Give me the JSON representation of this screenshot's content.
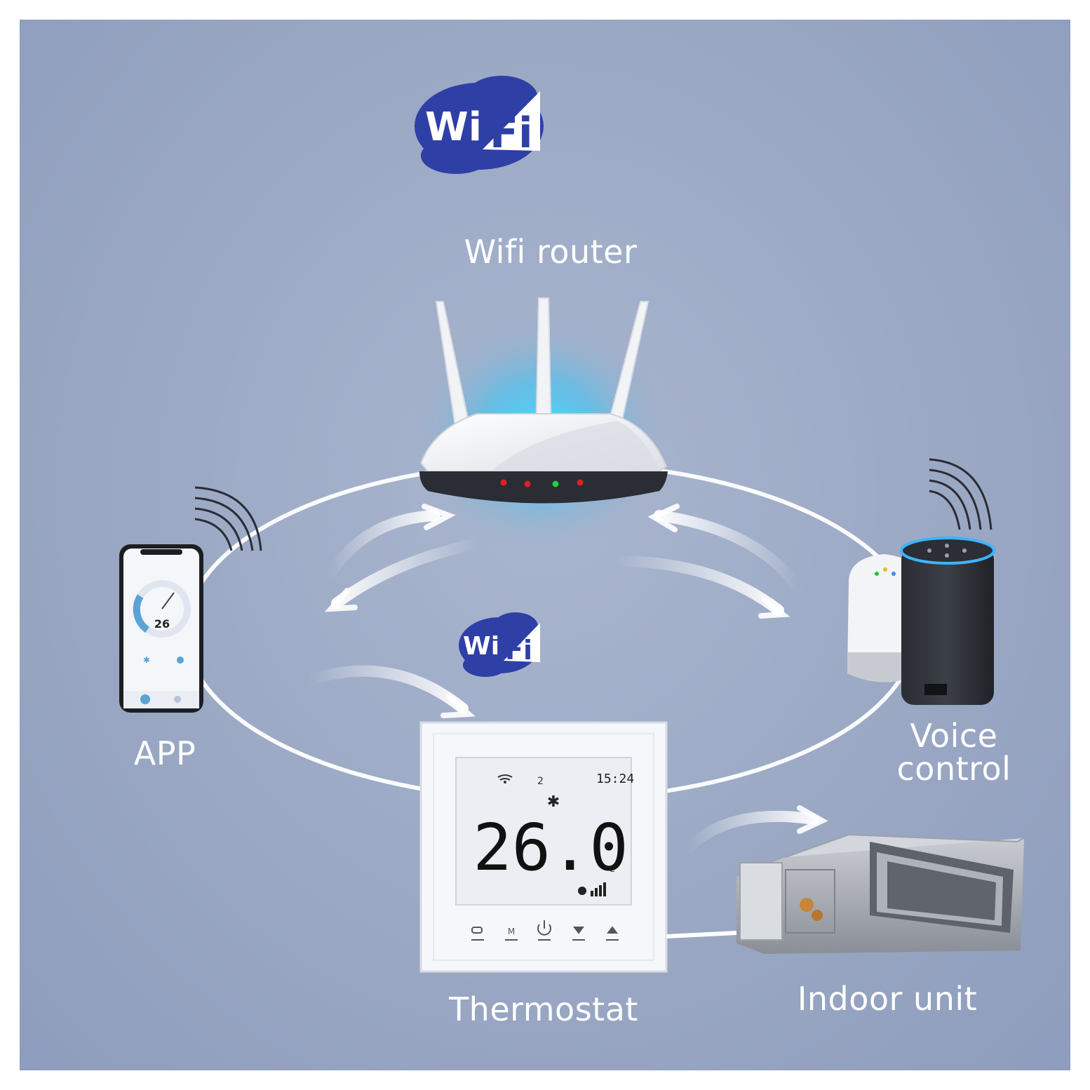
{
  "labels": {
    "router": "Wifi router",
    "app": "APP",
    "voice_line1": "Voice",
    "voice_line2": "control",
    "thermostat": "Thermostat",
    "indoor_unit": "Indoor unit"
  },
  "wifi_logo": {
    "wi": "Wi",
    "fi": "Fi",
    "icon": "wifi-logo-cloud-icon"
  },
  "thermostat_display": {
    "temperature": "26.0",
    "unit": "°C",
    "clock": "15:24",
    "mode_number": "2",
    "icons": [
      "wifi-signal-icon",
      "snowflake-icon",
      "fan-speed-icon"
    ],
    "buttons": [
      "timer-icon",
      "M",
      "power-icon",
      "down-arrow-icon",
      "up-arrow-icon"
    ]
  },
  "phone_app": {
    "temperature": "26",
    "icons": [
      "snowflake-icon",
      "settings-icon",
      "power-icon"
    ]
  },
  "colors": {
    "background": "#9aa8c4",
    "wifi_logo_blue": "#2e3fa6",
    "router_glow": "#3fd0ff",
    "led_red": "#e02020",
    "led_green": "#22d040",
    "smart_speaker_ring": "#3cb4ff"
  }
}
